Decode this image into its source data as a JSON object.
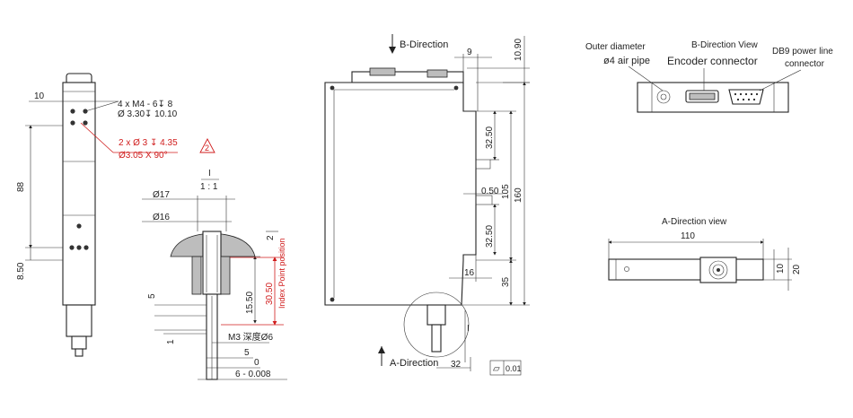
{
  "left_view": {
    "dim_10": "10",
    "dim_88": "88",
    "dim_8_50": "8.50",
    "hole_note_1": "4 x M4 - 6↧ 8",
    "hole_note_2": "Ø 3.30↧ 10.10",
    "red_note_1": "2 x Ø 3 ↧ 4.35",
    "red_note_2": "Ø3.05 X 90°",
    "rev_mark": "2"
  },
  "detail_view": {
    "label": "I",
    "scale": "1 : 1",
    "dia_17": "Ø17",
    "dia_16": "Ø16",
    "dim_5": "5",
    "dim_1": "1",
    "dim_15_50": "15.50",
    "dim_2": "2",
    "dim_30_50": "30.50",
    "index_label": "Index Point position",
    "thread": "M3 深度Ø6",
    "dim_bottom_5": "5",
    "dim_bottom_0": "0",
    "dim_tol": "6 - 0.008"
  },
  "front_view": {
    "b_direction": "B-Direction",
    "a_direction": "A-Direction",
    "dim_9": "9",
    "dim_10_90": "10.90",
    "dim_32_50_top": "32.50",
    "dim_0_50": "0.50",
    "dim_105": "105",
    "dim_160": "160",
    "dim_32_50_bot": "32.50",
    "dim_16": "16",
    "dim_35": "35",
    "dim_32": "32",
    "detail_marker": "I",
    "flatness_sym": "▱",
    "flatness_val": "0.01"
  },
  "b_view": {
    "outer_diameter": "Outer diameter",
    "air_pipe": "ø4 air pipe",
    "title": "B-Direction View",
    "encoder": "Encoder connector",
    "db9_1": "DB9 power line",
    "db9_2": "connector"
  },
  "a_view": {
    "title": "A-Direction view",
    "dim_110": "110",
    "dim_10": "10",
    "dim_20": "20"
  }
}
